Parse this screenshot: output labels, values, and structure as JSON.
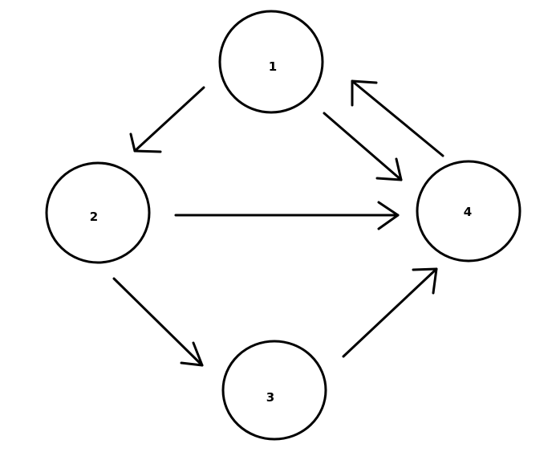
{
  "nodes": [
    {
      "id": "1",
      "label": "1"
    },
    {
      "id": "2",
      "label": "2"
    },
    {
      "id": "3",
      "label": "3"
    },
    {
      "id": "4",
      "label": "4"
    }
  ],
  "edges": [
    {
      "from": "1",
      "to": "2"
    },
    {
      "from": "1",
      "to": "4"
    },
    {
      "from": "4",
      "to": "1"
    },
    {
      "from": "2",
      "to": "4"
    },
    {
      "from": "2",
      "to": "3"
    },
    {
      "from": "3",
      "to": "4"
    }
  ],
  "colors": {
    "stroke": "#000000",
    "background": "#ffffff"
  }
}
